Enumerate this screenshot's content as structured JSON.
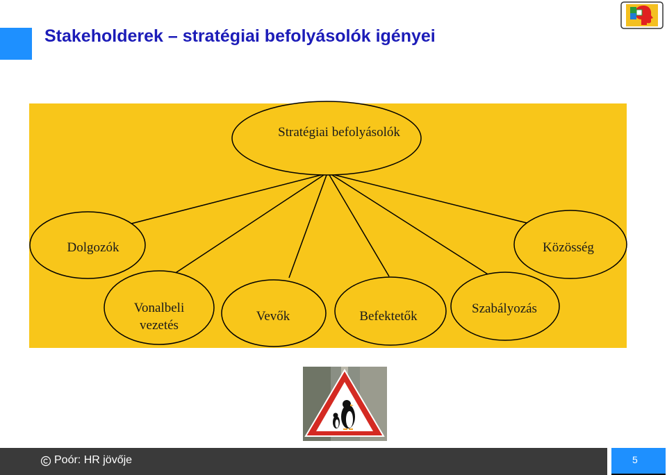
{
  "slide": {
    "title": "Stakeholderek – stratégiai befolyásolók igényei"
  },
  "diagram": {
    "center": "Stratégiai befolyásolók",
    "nodes": {
      "dolgozok": "Dolgozók",
      "kozosseg": "Közösség",
      "vonalbeli_1": "Vonalbeli",
      "vonalbeli_2": "vezetés",
      "vevok": "Vevők",
      "befektetok": "Befektetők",
      "szabalyozas": "Szabályozás"
    },
    "colors": {
      "background": "#f8c61a",
      "ellipse_stroke": "#000000"
    }
  },
  "footer": {
    "author": "Poór: HR jövője",
    "page_number": "5"
  },
  "colors": {
    "title": "#1c1cb8",
    "accent": "#1e90ff",
    "footer_bar": "#3a3a3a"
  },
  "icons": {
    "logo": "head-puzzle-logo-icon",
    "sign": "penguin-warning-sign-icon",
    "copyright": "copyright-icon"
  }
}
